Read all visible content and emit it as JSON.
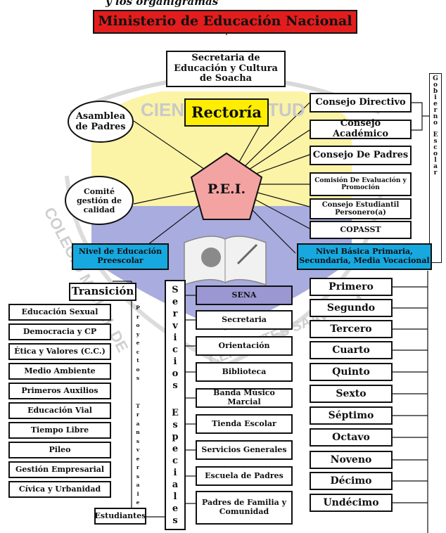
{
  "header": {
    "top_fragment": "y los organigramas",
    "ministerio": "Ministerio de Educación Nacional",
    "secretaria": "Secretaria de Educación y Cultura de Soacha",
    "rectoria": "Rectoría",
    "pei": "P.E.I."
  },
  "watermark": {
    "arc_text": "CIENCIA Y VIRTUD",
    "left_text": "COLEGIO MIGUEL DE",
    "bottom_text": "CERVANTES SAAVEDRA"
  },
  "ovals": {
    "asamblea": "Asamblea de Padres",
    "comite": "Comité gestión de calidad"
  },
  "councils": {
    "directivo": "Consejo Directivo",
    "academico": "Consejo Académico",
    "padres": "Consejo De Padres",
    "evaluacion": "Comisión De Evaluación y Promoción",
    "estudiantil": "Consejo Estudiantil Personero(a)",
    "copasst": "COPASST"
  },
  "gobierno_escolar": "G o b i e r n o E s c o l a r",
  "niveles": {
    "preescolar": "Nivel de Educación Preescolar",
    "basica": "Nivel Básica Primaria, Secundaria, Media Vocacional"
  },
  "transicion": "Transición",
  "proyectos": {
    "vertical_label": "Proyectos Transversales",
    "items": [
      "Educación Sexual",
      "Democracia y CP",
      "Ética y Valores (C.C.)",
      "Medio Ambiente",
      "Primeros Auxilios",
      "Educación Vial",
      "Tiempo Libre",
      "Pileo",
      "Gestión Empresarial",
      "Cívica y Urbanidad"
    ]
  },
  "estudiantes": "Estudiantes",
  "servicios": {
    "vertical_label": "Servicios Especiales",
    "items": [
      "SENA",
      "Secretaria",
      "Orientación",
      "Biblioteca",
      "Banda Músico Marcial",
      "Tienda Escolar",
      "Servicios Generales",
      "Escuela de Padres",
      "Padres de Familia y Comunidad"
    ]
  },
  "grados": [
    "Primero",
    "Segundo",
    "Tercero",
    "Cuarto",
    "Quinto",
    "Sexto",
    "Séptimo",
    "Octavo",
    "Noveno",
    "Décimo",
    "Undécimo"
  ],
  "colors": {
    "red": "#e31d1d",
    "yellow_box": "#ffee00",
    "sky_yellow": "#fbf3a6",
    "flag_blue": "#9fa3d8",
    "pentagon": "#f4a3a3",
    "nivel_blue": "#17a8e0",
    "sena_purple": "#9b97d2"
  }
}
